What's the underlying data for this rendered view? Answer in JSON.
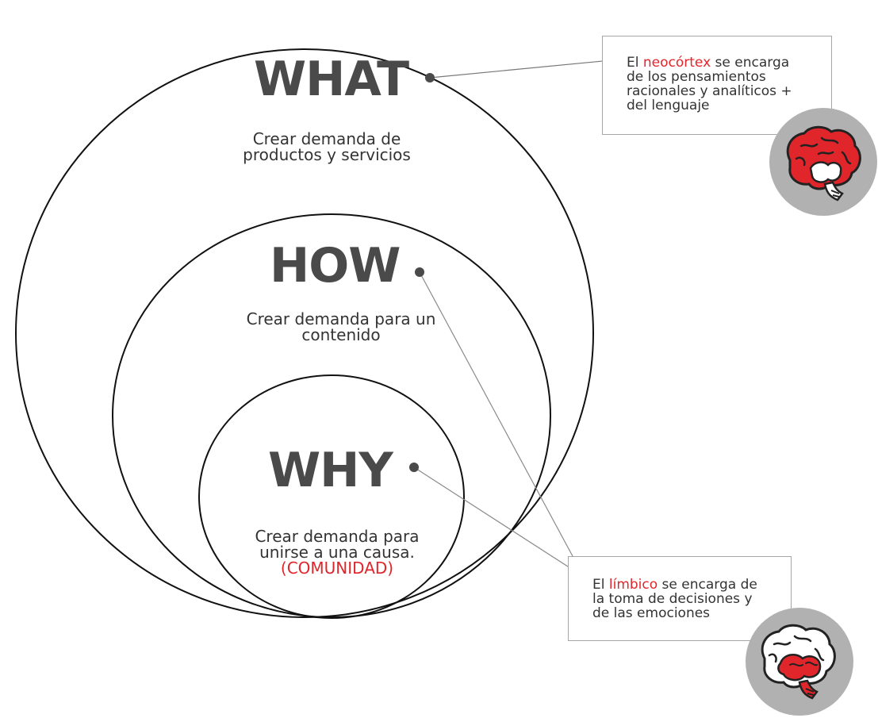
{
  "circles": {
    "what": {
      "heading": "WHAT",
      "description": [
        "Crear demanda  de",
        "productos y servicios"
      ]
    },
    "how": {
      "heading": "HOW",
      "description": [
        "Crear demanda para un",
        "contenido"
      ]
    },
    "why": {
      "heading": "WHY",
      "description": [
        "Crear demanda para",
        "unirse a una causa."
      ],
      "highlight": "(COMUNIDAD)"
    }
  },
  "notes": {
    "neocortex": {
      "line1_prefix": "El ",
      "line1_highlight": "neocórtex",
      "line1_suffix": " se encarga",
      "line2": "de los pensamientos",
      "line3": "racionales y analíticos +",
      "line4": "del lenguaje",
      "icon": "brain-icon"
    },
    "limbic": {
      "line1_prefix": "El ",
      "line1_highlight": "límbico",
      "line1_suffix": " se encarga de",
      "line2": "la toma de decisiones y",
      "line3": "de las emociones",
      "icon": "brain-icon"
    }
  },
  "colors": {
    "highlight": "#e0262b",
    "heading": "#4a4a4a",
    "badge": "#b1b1b1",
    "connector": "#8a8a8a"
  }
}
